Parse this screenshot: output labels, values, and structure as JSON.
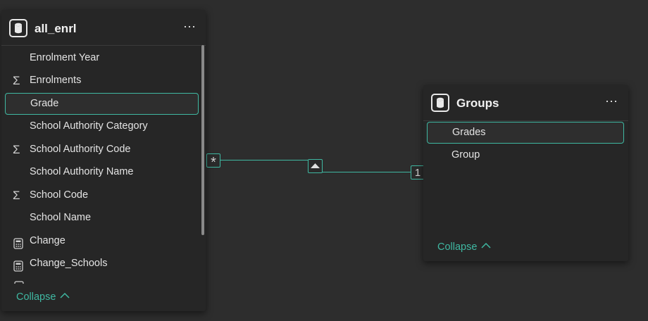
{
  "tables": [
    {
      "title": "all_enrl",
      "more_icon": "⋯",
      "collapse_label": "Collapse",
      "fields": [
        {
          "label": "Enrolment Year",
          "kind": "plain"
        },
        {
          "label": "Enrolments",
          "kind": "sum"
        },
        {
          "label": "Grade",
          "kind": "plain",
          "selected": true
        },
        {
          "label": "School Authority Category",
          "kind": "plain"
        },
        {
          "label": "School Authority Code",
          "kind": "sum"
        },
        {
          "label": "School Authority Name",
          "kind": "plain"
        },
        {
          "label": "School Code",
          "kind": "sum"
        },
        {
          "label": "School Name",
          "kind": "plain"
        },
        {
          "label": "Change",
          "kind": "calc"
        },
        {
          "label": "Change_Schools",
          "kind": "calc"
        }
      ]
    },
    {
      "title": "Groups",
      "more_icon": "⋯",
      "collapse_label": "Collapse",
      "fields": [
        {
          "label": "Grades",
          "kind": "plain",
          "selected": true
        },
        {
          "label": "Group",
          "kind": "plain"
        }
      ]
    }
  ],
  "relationship": {
    "many_side": "*",
    "one_side": "1",
    "cross_filter_icon": "triangle-up-icon"
  },
  "colors": {
    "accent": "#3fb8a2",
    "canvas": "#2d2d2d",
    "card": "#262626"
  }
}
